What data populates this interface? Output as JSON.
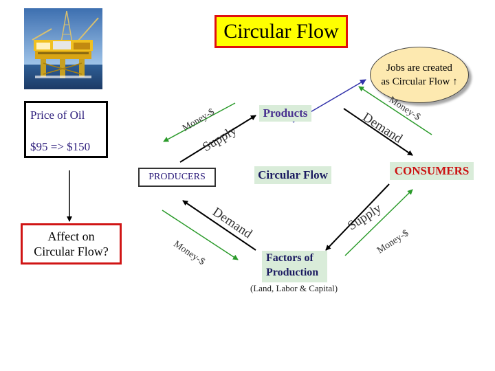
{
  "title": "Circular Flow",
  "callout": {
    "line1": "Jobs are created",
    "line2": "as Circular Flow ↑"
  },
  "price_box": {
    "label": "Price of Oil",
    "change": "$95 => $150"
  },
  "affect_box": {
    "line1": "Affect on",
    "line2": "Circular Flow?"
  },
  "diagram": {
    "products": "Products",
    "center": "Circular Flow",
    "consumers": "CONSUMERS",
    "producers": "PRODUCERS",
    "factors_line1": "Factors of",
    "factors_line2": "Production",
    "factors_sub": "(Land, Labor & Capital)",
    "top_left_money": "Money-$",
    "top_left_supply": "Supply",
    "top_right_money": "Money-$",
    "top_right_demand": "Demand",
    "bottom_left_demand": "Demand",
    "bottom_left_money": "Money-$",
    "bottom_right_supply": "Supply",
    "bottom_right_money": "Money-$"
  },
  "colors": {
    "title_bg": "#ffff00",
    "title_border": "#e01010",
    "money_arrow": "#2a9a2a",
    "flow_arrow": "#000000",
    "callout_arrow": "#3333aa",
    "label_bg": "#d9ecd9",
    "consumers_text": "#cc1111"
  }
}
